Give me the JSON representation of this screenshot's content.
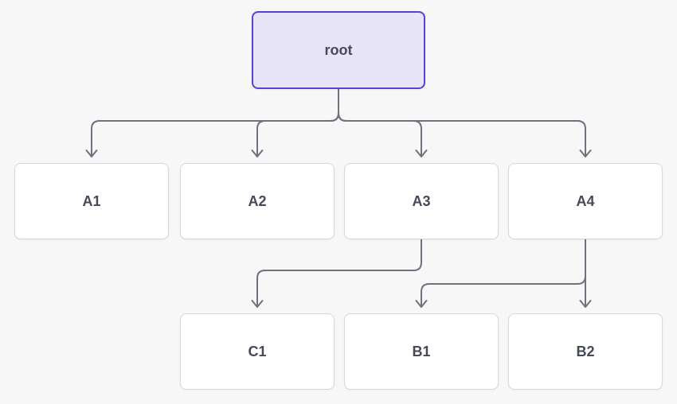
{
  "diagram": {
    "nodes": [
      {
        "id": "root",
        "label": "root",
        "type": "root"
      },
      {
        "id": "A1",
        "label": "A1",
        "type": "default"
      },
      {
        "id": "A2",
        "label": "A2",
        "type": "default"
      },
      {
        "id": "A3",
        "label": "A3",
        "type": "default"
      },
      {
        "id": "A4",
        "label": "A4",
        "type": "default"
      },
      {
        "id": "C1",
        "label": "C1",
        "type": "default"
      },
      {
        "id": "B1",
        "label": "B1",
        "type": "default"
      },
      {
        "id": "B2",
        "label": "B2",
        "type": "default"
      }
    ],
    "edges": [
      {
        "from": "root",
        "to": "A1"
      },
      {
        "from": "root",
        "to": "A2"
      },
      {
        "from": "root",
        "to": "A3"
      },
      {
        "from": "root",
        "to": "A4"
      },
      {
        "from": "A3",
        "to": "C1"
      },
      {
        "from": "A4",
        "to": "B1"
      },
      {
        "from": "A4",
        "to": "B2"
      }
    ],
    "colors": {
      "background": "#f7f7f8",
      "edge": "#70707e",
      "root_fill": "#e8e4f8",
      "root_border": "#5743d0",
      "node_fill": "#ffffff",
      "node_border": "#d6d6dc",
      "text": "#454a56"
    }
  }
}
